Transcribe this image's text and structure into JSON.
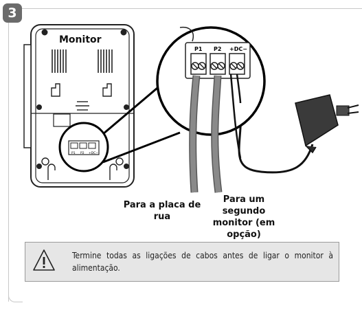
{
  "step": {
    "number": "3"
  },
  "diagram": {
    "monitor_label": "Monitor",
    "terminal_labels": [
      "P1",
      "P2",
      "+DC−"
    ],
    "small_terminal_labels": [
      "P1",
      "P2",
      "+DC−"
    ]
  },
  "labels": {
    "street_unit": "Para a placa de rua",
    "second_monitor": "Para um segundo monitor (em opção)"
  },
  "warning": {
    "icon": "warning-triangle-icon",
    "text": "Termine todas as ligações de cabos antes de ligar o monitor à alimentação."
  }
}
